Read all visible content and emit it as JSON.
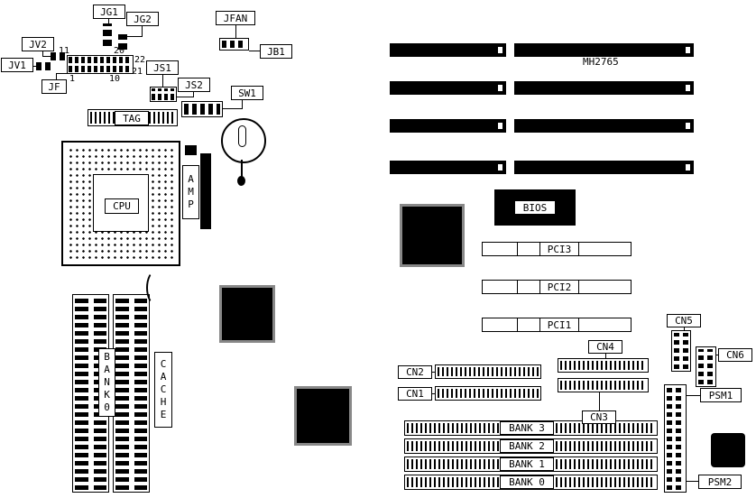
{
  "board": {
    "part_number": "MH2765",
    "jumpers": {
      "jg1": "JG1",
      "jg2": "JG2",
      "jv1": "JV1",
      "jv2": "JV2",
      "jf": "JF",
      "js1": "JS1",
      "js2": "JS2"
    },
    "connectors": {
      "jfan": "JFAN",
      "jb1": "JB1",
      "tag": "TAG",
      "sw1": "SW1",
      "cn1": "CN1",
      "cn2": "CN2",
      "cn3": "CN3",
      "cn4": "CN4",
      "cn5": "CN5",
      "cn6": "CN6",
      "psm1": "PSM1",
      "psm2": "PSM2"
    },
    "chips": {
      "cpu": "CPU",
      "amp": "AMP",
      "bios": "BIOS"
    },
    "slots": {
      "pci1": "PCI1",
      "pci2": "PCI2",
      "pci3": "PCI3"
    },
    "memory": {
      "bank3": "BANK 3",
      "bank2": "BANK 2",
      "bank1": "BANK 1",
      "bank0": "BANK 0",
      "bank0_column": "BANK0",
      "cache_column": "CACHE"
    },
    "pin_numbers": {
      "p11": "11",
      "p20": "20",
      "p1": "1",
      "p10": "10",
      "p21": "21",
      "p22": "22"
    }
  }
}
